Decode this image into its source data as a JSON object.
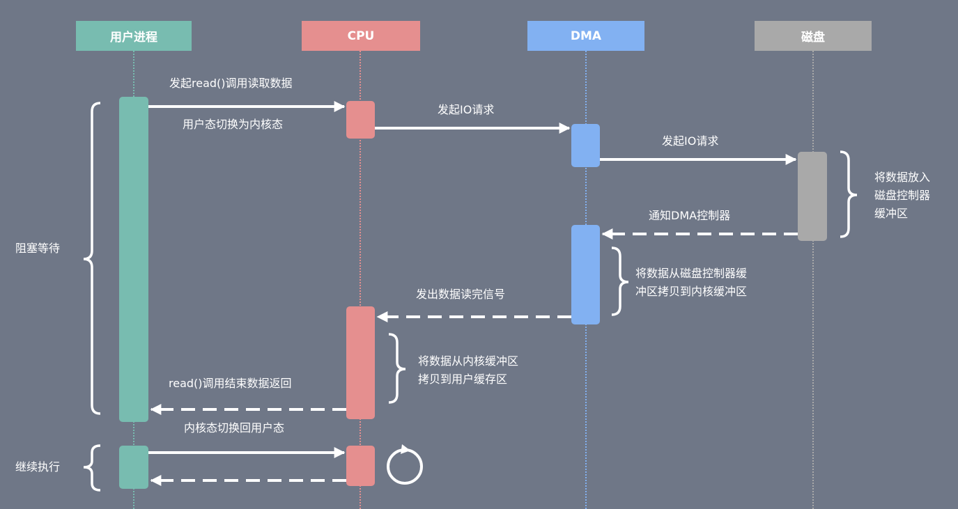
{
  "actors": {
    "user": {
      "label": "用户进程",
      "color": "#78bcb0"
    },
    "cpu": {
      "label": "CPU",
      "color": "#e58f8f"
    },
    "dma": {
      "label": "DMA",
      "color": "#82b1f2"
    },
    "disk": {
      "label": "磁盘",
      "color": "#a9a9a9"
    }
  },
  "messages": {
    "read_call": "发起read()调用读取数据",
    "user_to_kernel": "用户态切换为内核态",
    "io_req_cpu": "发起IO请求",
    "io_req_dma": "发起IO请求",
    "notify_dma": "通知DMA控制器",
    "read_done": "发出数据读完信号",
    "read_return": "read()调用结束数据返回",
    "kernel_to_user": "内核态切换回用户态"
  },
  "notes": {
    "disk_buffer": [
      "将数据放入",
      "磁盘控制器",
      "缓冲区"
    ],
    "dma_copy": [
      "将数据从磁盘控制器缓",
      "冲区拷贝到内核缓冲区"
    ],
    "cpu_copy": [
      "将数据从内核缓冲区",
      "拷贝到用户缓存区"
    ],
    "blocking": "阻塞等待",
    "continue": "继续执行"
  }
}
